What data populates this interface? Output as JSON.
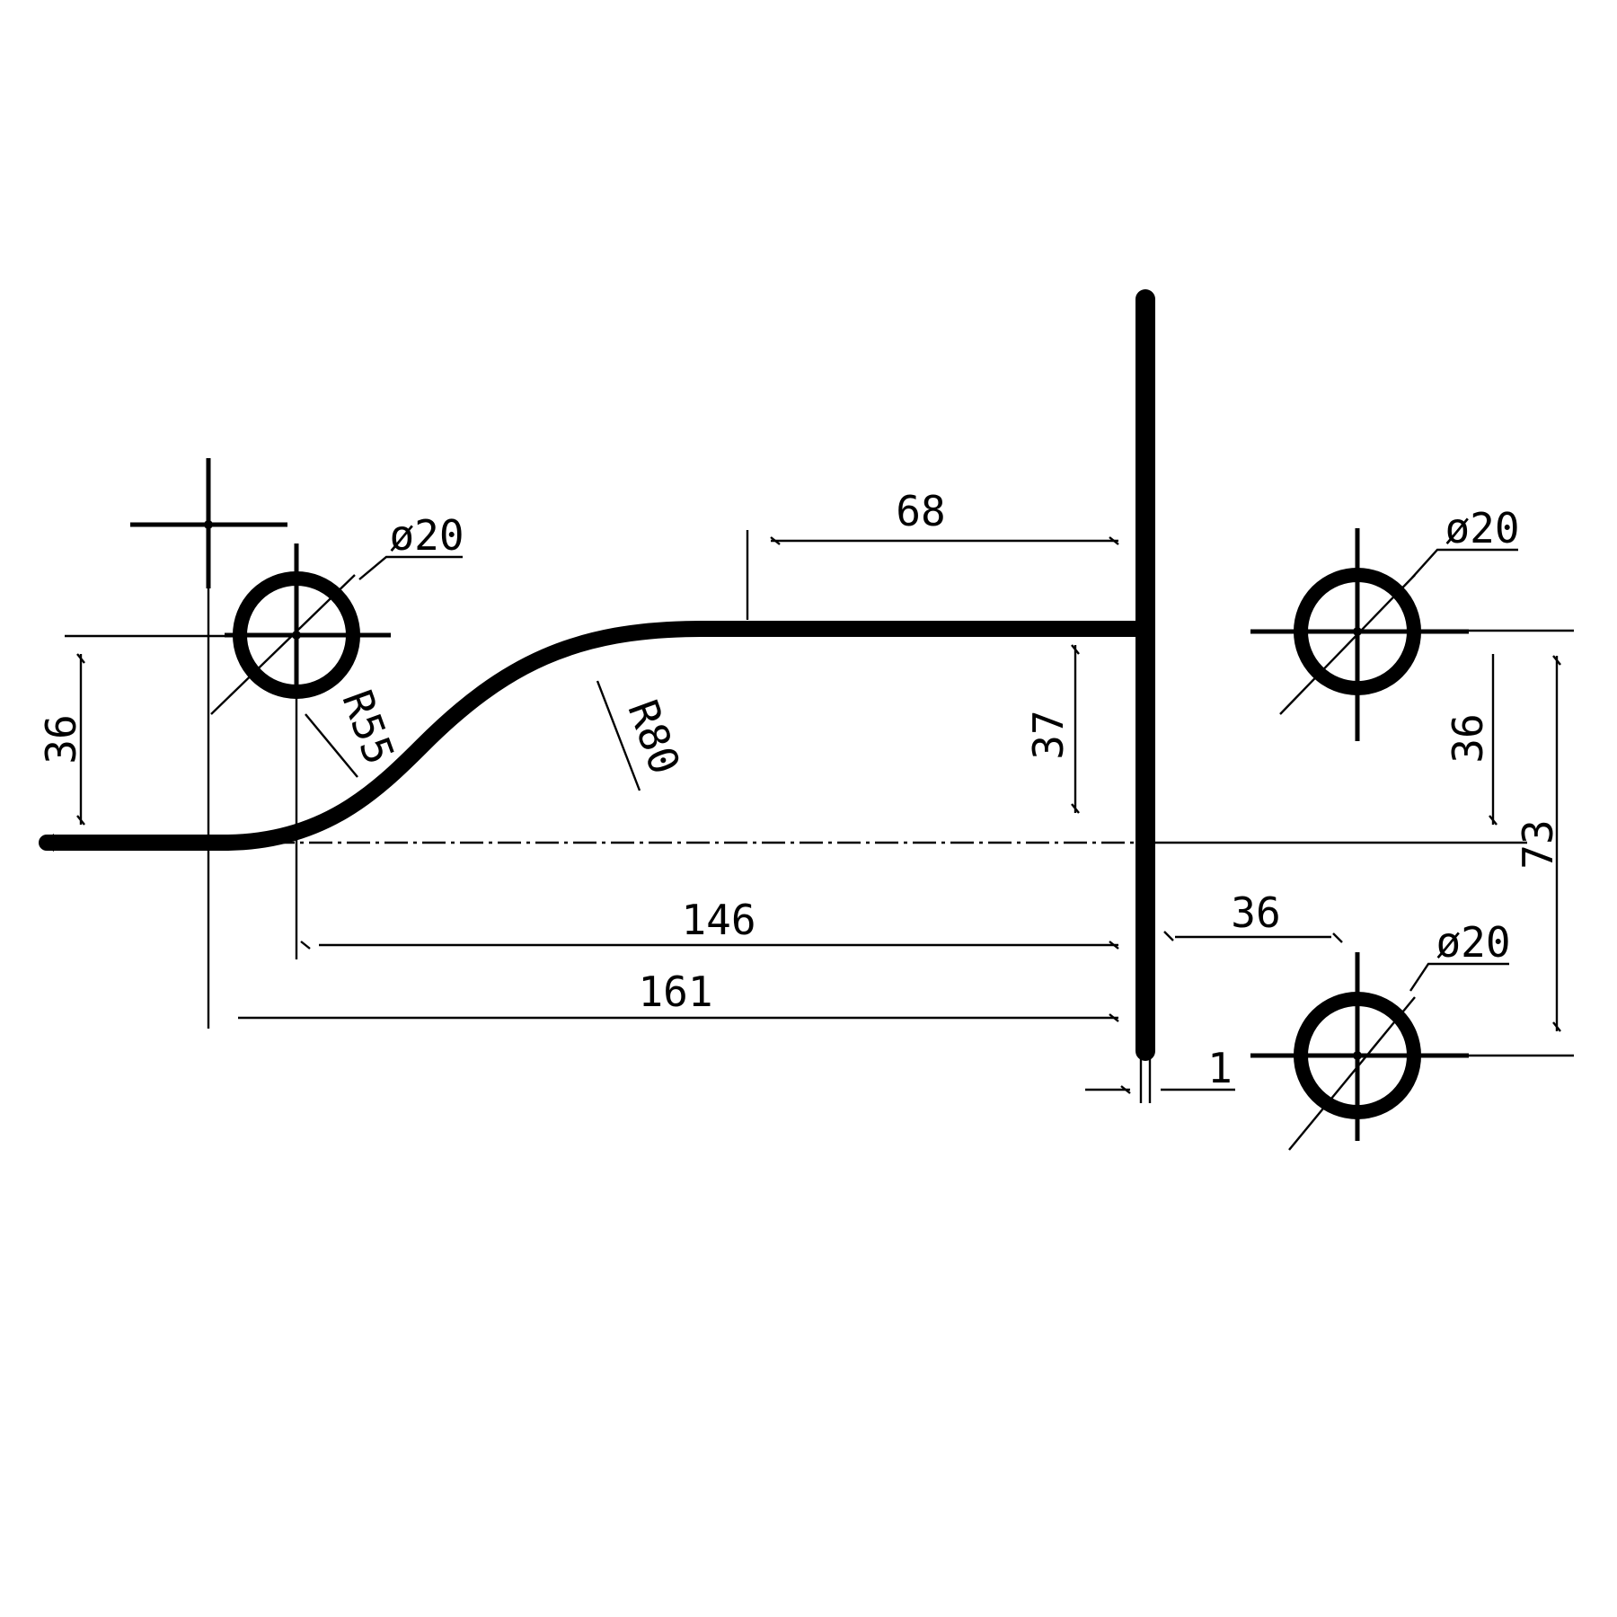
{
  "dimensions": {
    "d68": "68",
    "d37": "37",
    "d36_left": "36",
    "d36_right": "36",
    "d73": "73",
    "d146": "146",
    "d161": "161",
    "d36_bottom": "36",
    "d1": "1",
    "r55": "R55",
    "r80": "R80",
    "dia_left": "ø20",
    "dia_right_top": "ø20",
    "dia_right_bottom": "ø20"
  }
}
